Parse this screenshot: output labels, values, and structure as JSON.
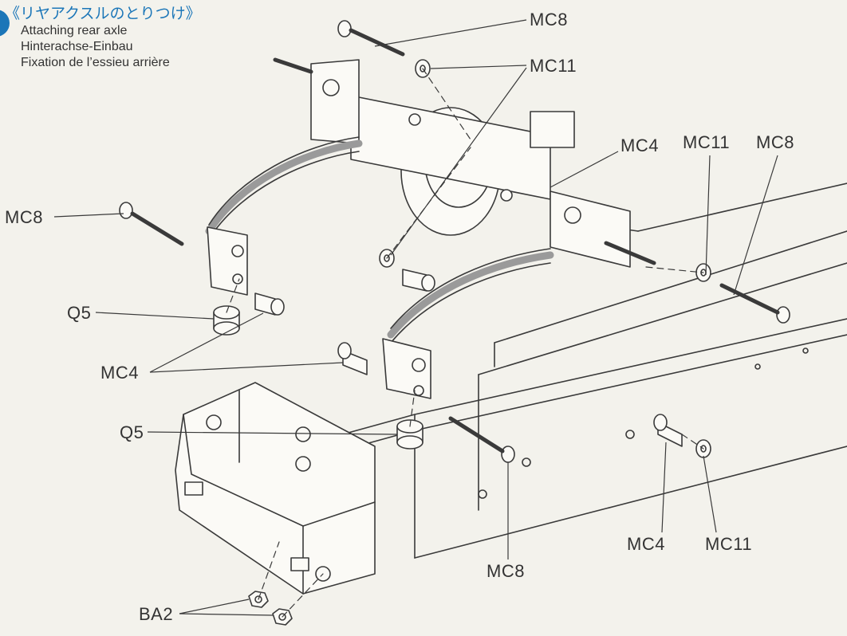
{
  "header": {
    "title_jp": "《リヤアクスルのとりつけ》",
    "subtitles": [
      "Attaching rear axle",
      "Hinterachse-Einbau",
      "Fixation de l’essieu arrière"
    ]
  },
  "callouts": {
    "mc8_top": "MC8",
    "mc11_top": "MC11",
    "mc4_right": "MC4",
    "mc11_right": "MC11",
    "mc8_right": "MC8",
    "mc8_left": "MC8",
    "q5_upper": "Q5",
    "mc4_left": "MC4",
    "q5_lower": "Q5",
    "mc8_bottom": "MC8",
    "mc4_bottom": "MC4",
    "mc11_bottom": "MC11",
    "ba2": "BA2"
  },
  "colors": {
    "title_blue": "#1b76b8",
    "line": "#3a3a3a",
    "part_fill": "#fbfaf6",
    "spring_fill": "#9a9a9a"
  }
}
